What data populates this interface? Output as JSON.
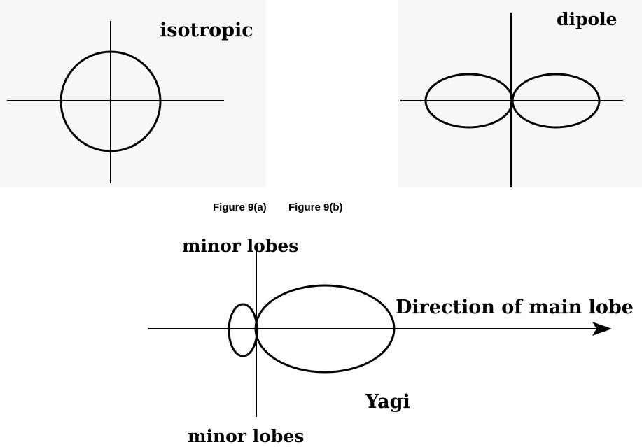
{
  "top_left": {
    "label": "isotropic"
  },
  "top_right": {
    "label": "dipole"
  },
  "captions": {
    "figure_a": "Figure 9(a)",
    "figure_b": "Figure 9(b)"
  },
  "bottom": {
    "minor_lobes_top": "minor lobes",
    "direction_label": "Direction of main lobe",
    "yagi_label": "Yagi",
    "minor_lobes_bottom": "minor lobes"
  },
  "colors": {
    "line": "#000000",
    "panel_background": "#f7f7f7",
    "page_background": "#ffffff"
  }
}
